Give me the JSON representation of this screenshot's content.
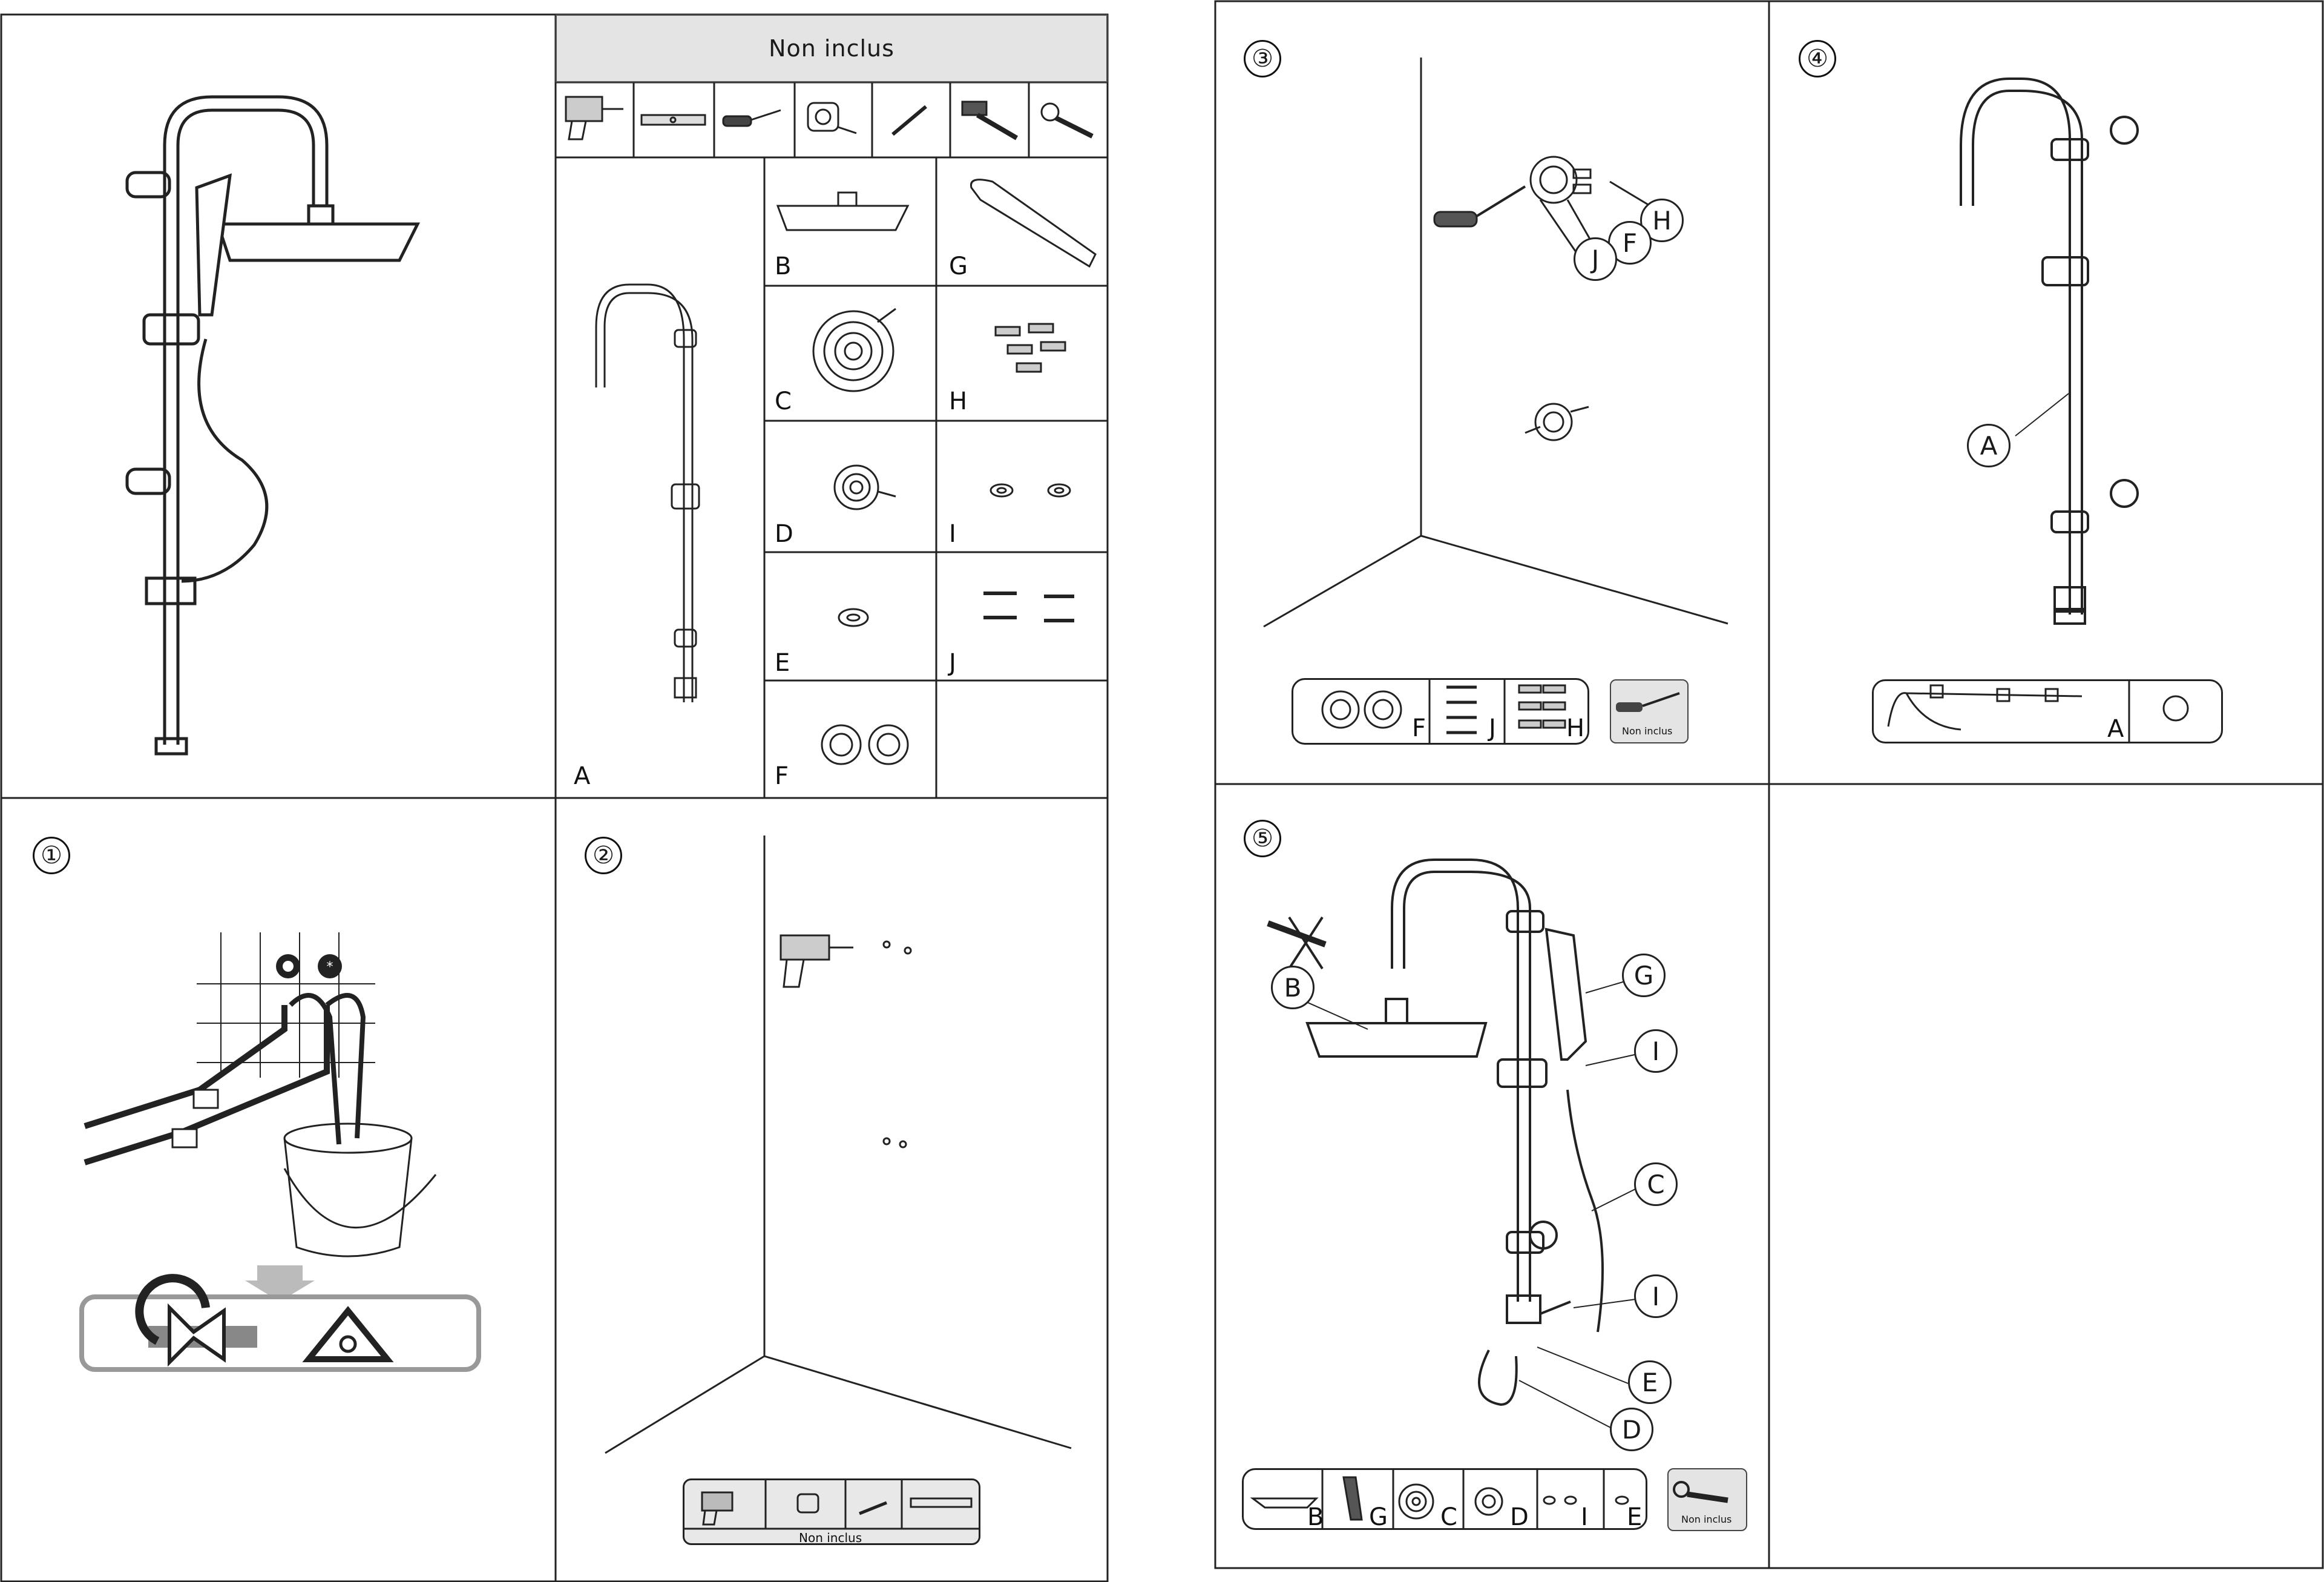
{
  "header": {
    "non_inclus": "Non inclus"
  },
  "parts": {
    "A": "A",
    "B": "B",
    "C": "C",
    "D": "D",
    "E": "E",
    "F": "F",
    "G": "G",
    "H": "H",
    "I": "I",
    "J": "J"
  },
  "steps": {
    "s1": "①",
    "s2": "②",
    "s3": "③",
    "s4": "④",
    "s5": "⑤"
  },
  "tool_strips": {
    "step2_non_inclus": "Non inclus",
    "step3_non_inclus": "Non inclus",
    "step5_non_inclus": "Non inclus"
  },
  "icons": [
    "drill-icon",
    "level-icon",
    "screwdriver-icon",
    "tape-measure-icon",
    "pencil-icon",
    "hammer-icon",
    "wrench-icon",
    "hot-water-icon",
    "cold-water-icon",
    "valve-off-icon",
    "warning-icon"
  ]
}
